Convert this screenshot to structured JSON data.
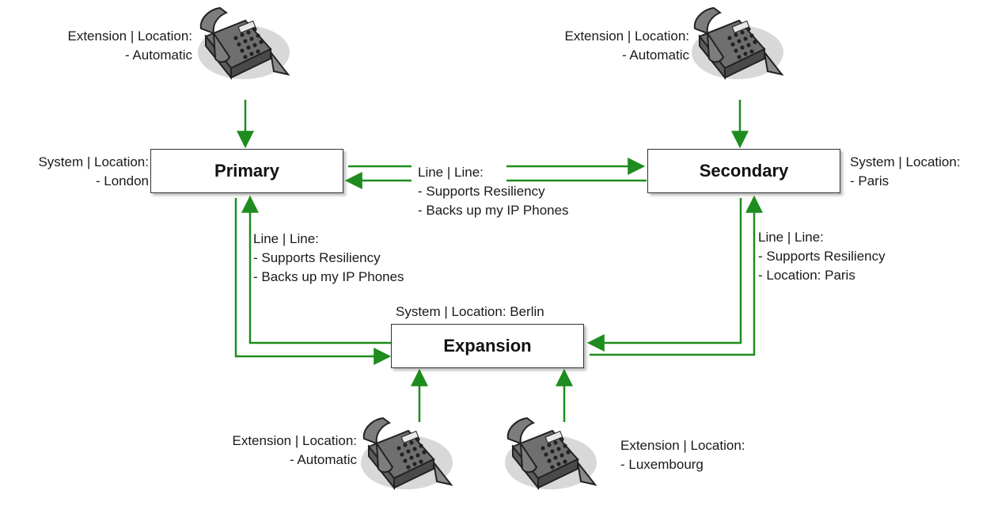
{
  "nodes": {
    "primary": {
      "label": "Primary"
    },
    "secondary": {
      "label": "Secondary"
    },
    "expansion": {
      "label": "Expansion"
    }
  },
  "system_labels": {
    "primary": [
      "System | Location:",
      "- London"
    ],
    "secondary": [
      "System | Location:",
      "- Paris"
    ],
    "expansion": [
      "System | Location: Berlin"
    ]
  },
  "extension_labels": {
    "primary_phone": [
      "Extension | Location:",
      "- Automatic"
    ],
    "secondary_phone": [
      "Extension | Location:",
      "- Automatic"
    ],
    "expansion_phone_left": [
      "Extension | Location:",
      "- Automatic"
    ],
    "expansion_phone_right": [
      "Extension | Location:",
      "- Luxembourg"
    ]
  },
  "line_labels": {
    "primary_secondary": [
      "Line | Line:",
      "- Supports Resiliency",
      "- Backs up my IP Phones"
    ],
    "primary_expansion": [
      "Line | Line:",
      "- Supports Resiliency",
      "- Backs up my IP Phones"
    ],
    "secondary_expansion": [
      "Line | Line:",
      "- Supports Resiliency",
      "- Location: Paris"
    ]
  },
  "colors": {
    "connector": "#1e8c1e",
    "phone_body": "#707070",
    "shadow": "#d8d8d8"
  },
  "icons": {
    "phone": "desk-phone-icon"
  }
}
